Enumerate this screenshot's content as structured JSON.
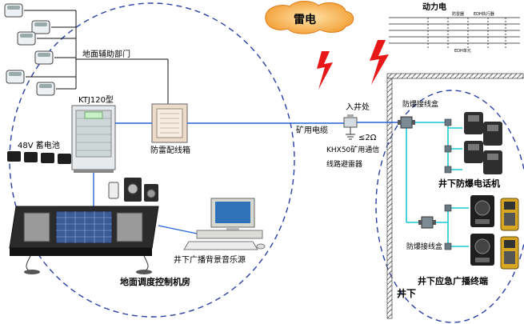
{
  "labels": {
    "thunder_cloud": "雷电",
    "power": "动力电",
    "surface_aux_dept": "地面辅助部门",
    "ktj_model": "KTJ120型",
    "battery": "48V 蓄电池",
    "lightning_box": "防雷配线箱",
    "mine_cable": "矿用电缆",
    "shaft_entry": "入井处",
    "ground_resistance": "≤2Ω",
    "arrester_line1": "KHX50矿用通信",
    "arrester_line2": "线路避雷器",
    "ex_box_top": "防爆接线盒",
    "ex_box_bottom": "防爆接线盒",
    "ex_phones": "井下防爆电话机",
    "bg_music": "井下广播背景音乐源",
    "control_room": "地面调度控制机房",
    "underground": "井下",
    "emergency_terminal": "井下应急广播终端"
  },
  "power_small": [
    "防雷器",
    "EDH执行器",
    "EDH单元"
  ],
  "colors": {
    "line_blue": "#2563d8",
    "cyan": "#17c8d8",
    "ellipse": "#2a3fa8",
    "bolt": "#e81818",
    "cloud": "#f29a2e",
    "wall": "#555555"
  }
}
